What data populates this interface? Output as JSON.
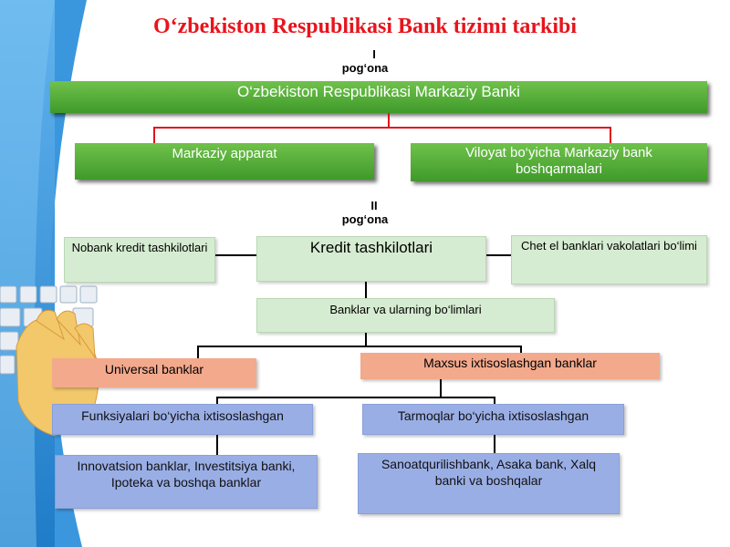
{
  "title": "O‘zbekiston Respublikasi Bank tizimi tarkibi",
  "level1": {
    "numeral": "I",
    "word": "pog‘ona"
  },
  "level2": {
    "numeral": "II",
    "word": "pog‘ona"
  },
  "nodes": {
    "central_bank": "O‘zbekiston Respublikasi Markaziy Banki",
    "central_apparatus": "Markaziy apparat",
    "regional_offices": "Viloyat bo‘yicha Markaziy bank boshqarmalari",
    "credit_orgs": "Kredit tashkilotlari",
    "nonbank_credit": "Nobank kredit tashkilotlari",
    "foreign_reps": "Chet el banklari vakolatlari bo‘limi",
    "banks_branches": "Banklar va ularning bo‘limlari",
    "universal_banks": "Universal banklar",
    "specialized_banks": "Maxsus ixtisoslashgan banklar",
    "functional_spec": "Funksiyalari bo‘yicha ixtisoslashgan",
    "sectoral_spec": "Tarmoqlar bo‘yicha ixtisoslashgan",
    "functional_examples": "Innovatsion banklar, Investitsiya banki, Ipoteka va boshqa banklar",
    "sectoral_examples": "Sanoatqurilishbank, Asaka bank, Xalq banki va boshqalar"
  },
  "colors": {
    "title": "#e8141c",
    "dark_green": "#4fae35",
    "light_green": "#d6ecd2",
    "salmon": "#f3a98c",
    "blue": "#9aaee6",
    "background_blue": "#2f8fd6"
  }
}
